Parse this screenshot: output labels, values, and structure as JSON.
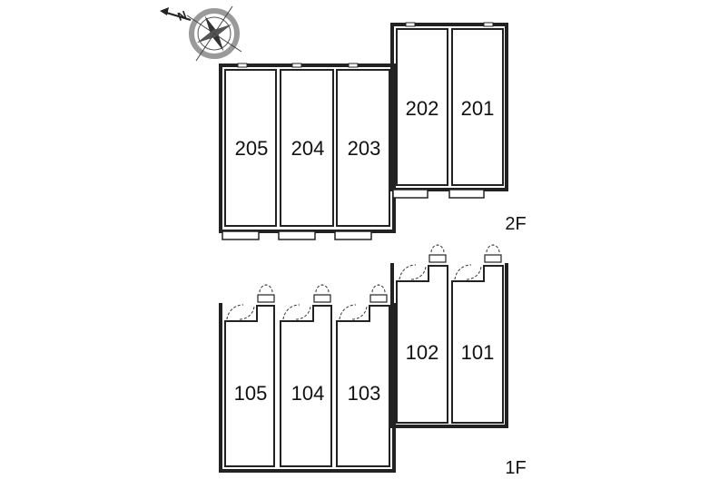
{
  "compass": {
    "north_label": "N",
    "icon": "compass-icon",
    "color": "#888888"
  },
  "floors": [
    {
      "label": "2F",
      "rooms": [
        "205",
        "204",
        "203",
        "202",
        "201"
      ]
    },
    {
      "label": "1F",
      "rooms": [
        "105",
        "104",
        "103",
        "102",
        "101"
      ]
    }
  ],
  "colors": {
    "wall": "#222222",
    "interior": "#ffffff"
  }
}
